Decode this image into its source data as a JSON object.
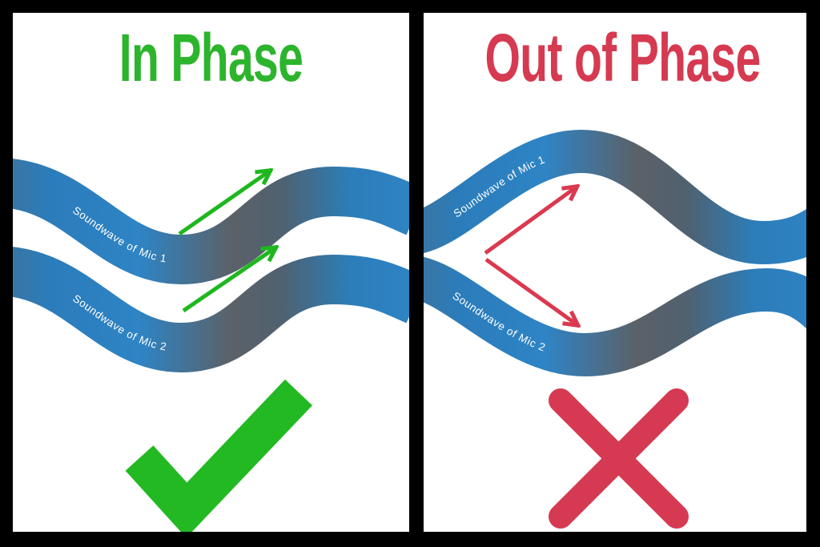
{
  "panels": [
    {
      "title": "In Phase",
      "title_color": "#2db42d",
      "wave1_label": "Soundwave of Mic 1",
      "wave2_label": "Soundwave of Mic 2",
      "arrow_color": "#1eb71e",
      "arrows_meaning": "two parallel arrows pointing up-right (waves aligned)",
      "verdict_icon": "checkmark-icon",
      "verdict_color": "#22b922"
    },
    {
      "title": "Out of Phase",
      "title_color": "#d63a50",
      "wave1_label": "Soundwave of Mic 1",
      "wave2_label": "Soundwave of Mic 2",
      "arrow_color": "#da3950",
      "arrows_meaning": "two arrows diverging up-right and down-right (waves opposed)",
      "verdict_icon": "cross-icon",
      "verdict_color": "#d63a52"
    }
  ],
  "colors": {
    "background": "#000000",
    "panel": "#ffffff",
    "wave_blue": "#2e84c5",
    "wave_slate": "#57606a",
    "wave_edge_muted": "#40739a"
  }
}
